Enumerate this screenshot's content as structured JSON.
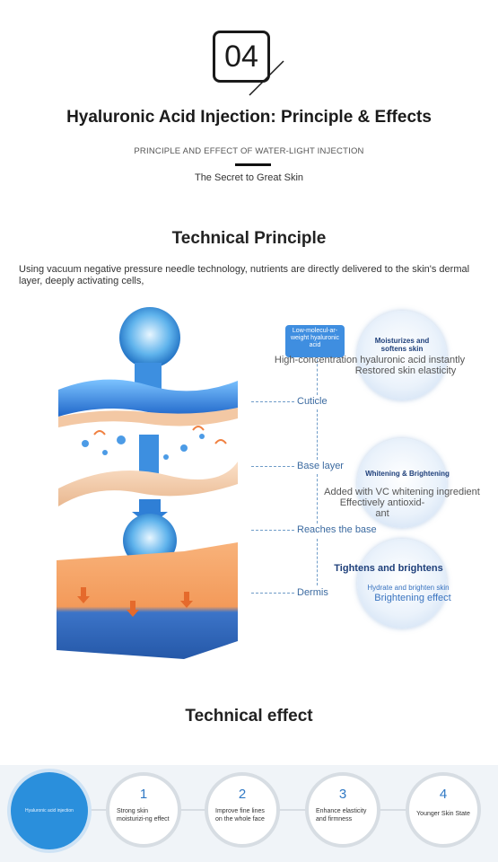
{
  "header": {
    "number": "04",
    "title": "Hyaluronic Acid Injection: Principle & Effects",
    "subtitle": "PRINCIPLE AND EFFECT OF WATER-LIGHT INJECTION",
    "tagline": "The Secret to Great Skin"
  },
  "principle": {
    "title": "Technical Principle",
    "description": "Using vacuum negative pressure needle technology, nutrients are directly delivered to the skin's dermal layer, deeply activating cells,",
    "pill_text": "Low-molecul-ar-weight hyaluronic acid",
    "steps": [
      "Cuticle",
      "Base layer",
      "Reaches the base",
      "Dermis"
    ],
    "callouts": [
      {
        "heading": "Moisturizes and softens skin",
        "line1": "High-concentration hyaluronic acid instantly",
        "line2": "Restored skin elasticity"
      },
      {
        "heading": "Whitening & Brightening",
        "line1": "Added with VC whitening ingredient",
        "line2": "Effectively antioxid-",
        "line3": "ant"
      },
      {
        "heading": "Tightens and brightens",
        "line1": "Hydrate and brighten skin",
        "line2": "Brightening effect"
      }
    ]
  },
  "effects": {
    "title": "Technical effect",
    "first_label": "Hyaluronic acid injection",
    "items": [
      {
        "num": "1",
        "text": "Strong skin moisturizi-ng effect"
      },
      {
        "num": "2",
        "text": "Improve fine lines on the whole face"
      },
      {
        "num": "3",
        "text": "Enhance elasticity and firmness"
      },
      {
        "num": "4",
        "text": "Younger Skin State"
      }
    ]
  },
  "colors": {
    "accent_blue": "#2a8fdc",
    "label_blue": "#3b6aa0",
    "dark": "#1b1b1b"
  }
}
